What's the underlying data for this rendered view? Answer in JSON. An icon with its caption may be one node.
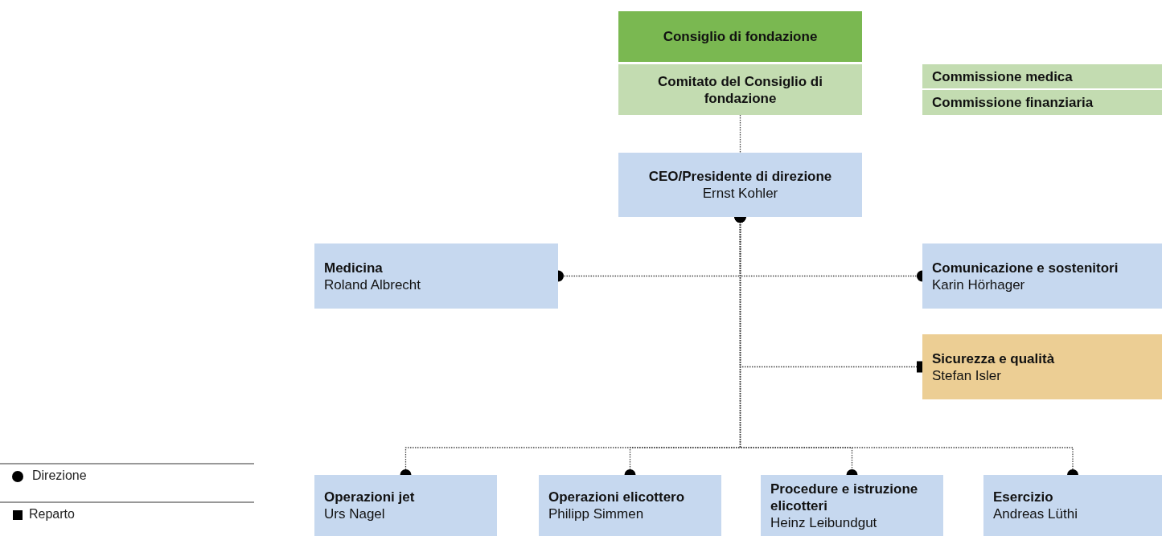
{
  "diagram": {
    "nodes": [
      {
        "text": [
          "Consiglio di fondazione"
        ]
      },
      {
        "text": [
          "Comitato del Consiglio di fondazione"
        ]
      },
      {
        "text": [
          "Commissione medica"
        ]
      },
      {
        "text": [
          "Commissione finanziaria"
        ]
      },
      {
        "text": [
          "CEO/Presidente di direzione",
          "Ernst Kohler"
        ]
      },
      {
        "text": [
          "Medicina",
          "Roland Albrecht"
        ]
      },
      {
        "text": [
          "Comunicazione e sostenitori",
          "Karin Hörhager"
        ]
      },
      {
        "text": [
          "Sicurezza e qualità",
          "Stefan Isler"
        ]
      },
      {
        "text": [
          "Operazioni jet",
          "Urs Nagel"
        ]
      },
      {
        "text": [
          "Operazioni elicottero",
          "Philipp Simmen"
        ]
      },
      {
        "text": [
          "Procedure e istruzione elicotteri",
          "Heinz Leibundgut"
        ]
      },
      {
        "text": [
          "Esercizio",
          "Andreas Lüthi"
        ]
      }
    ],
    "edges": [
      {
        "from": 1,
        "to": 4,
        "arrow": "none"
      },
      {
        "from": 4,
        "to": 5,
        "arrow": "other"
      },
      {
        "from": 4,
        "to": 6,
        "arrow": "other"
      },
      {
        "from": 4,
        "to": 7,
        "arrow": "other"
      },
      {
        "from": 4,
        "to": 8,
        "arrow": "other"
      },
      {
        "from": 4,
        "to": 9,
        "arrow": "other"
      },
      {
        "from": 4,
        "to": 10,
        "arrow": "other"
      },
      {
        "from": 4,
        "to": 11,
        "arrow": "other"
      }
    ],
    "legend": [
      {
        "text": "Direzione"
      },
      {
        "text": "Reparto"
      }
    ]
  }
}
